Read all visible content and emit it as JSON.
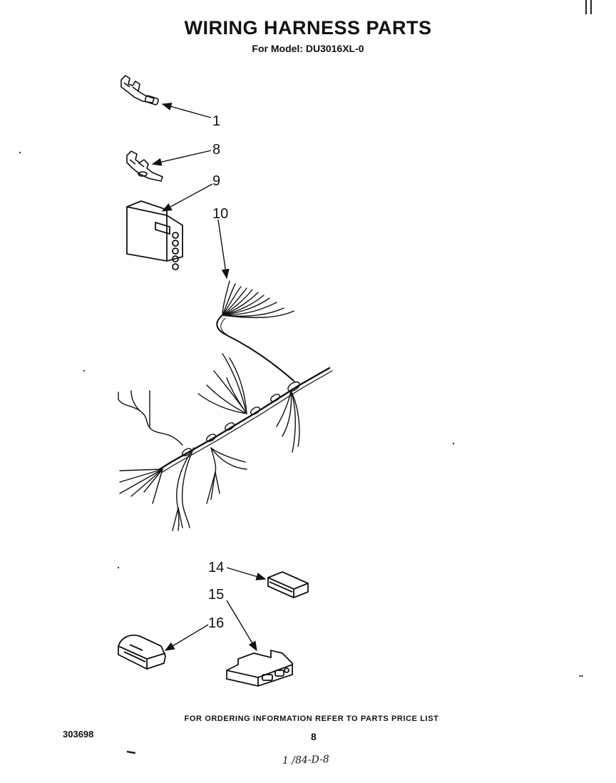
{
  "header": {
    "title": "WIRING HARNESS PARTS",
    "subtitle": "For Model: DU3016XL-0"
  },
  "callouts": [
    {
      "id": "part-1",
      "label": "1"
    },
    {
      "id": "part-8",
      "label": "8"
    },
    {
      "id": "part-9",
      "label": "9"
    },
    {
      "id": "part-10",
      "label": "10"
    },
    {
      "id": "part-14",
      "label": "14"
    },
    {
      "id": "part-15",
      "label": "15"
    },
    {
      "id": "part-16",
      "label": "16"
    }
  ],
  "footer": {
    "note": "FOR ORDERING INFORMATION REFER TO PARTS PRICE LIST",
    "doc_number": "303698",
    "page_number": "8",
    "handwritten": "1 /84-D-8"
  }
}
